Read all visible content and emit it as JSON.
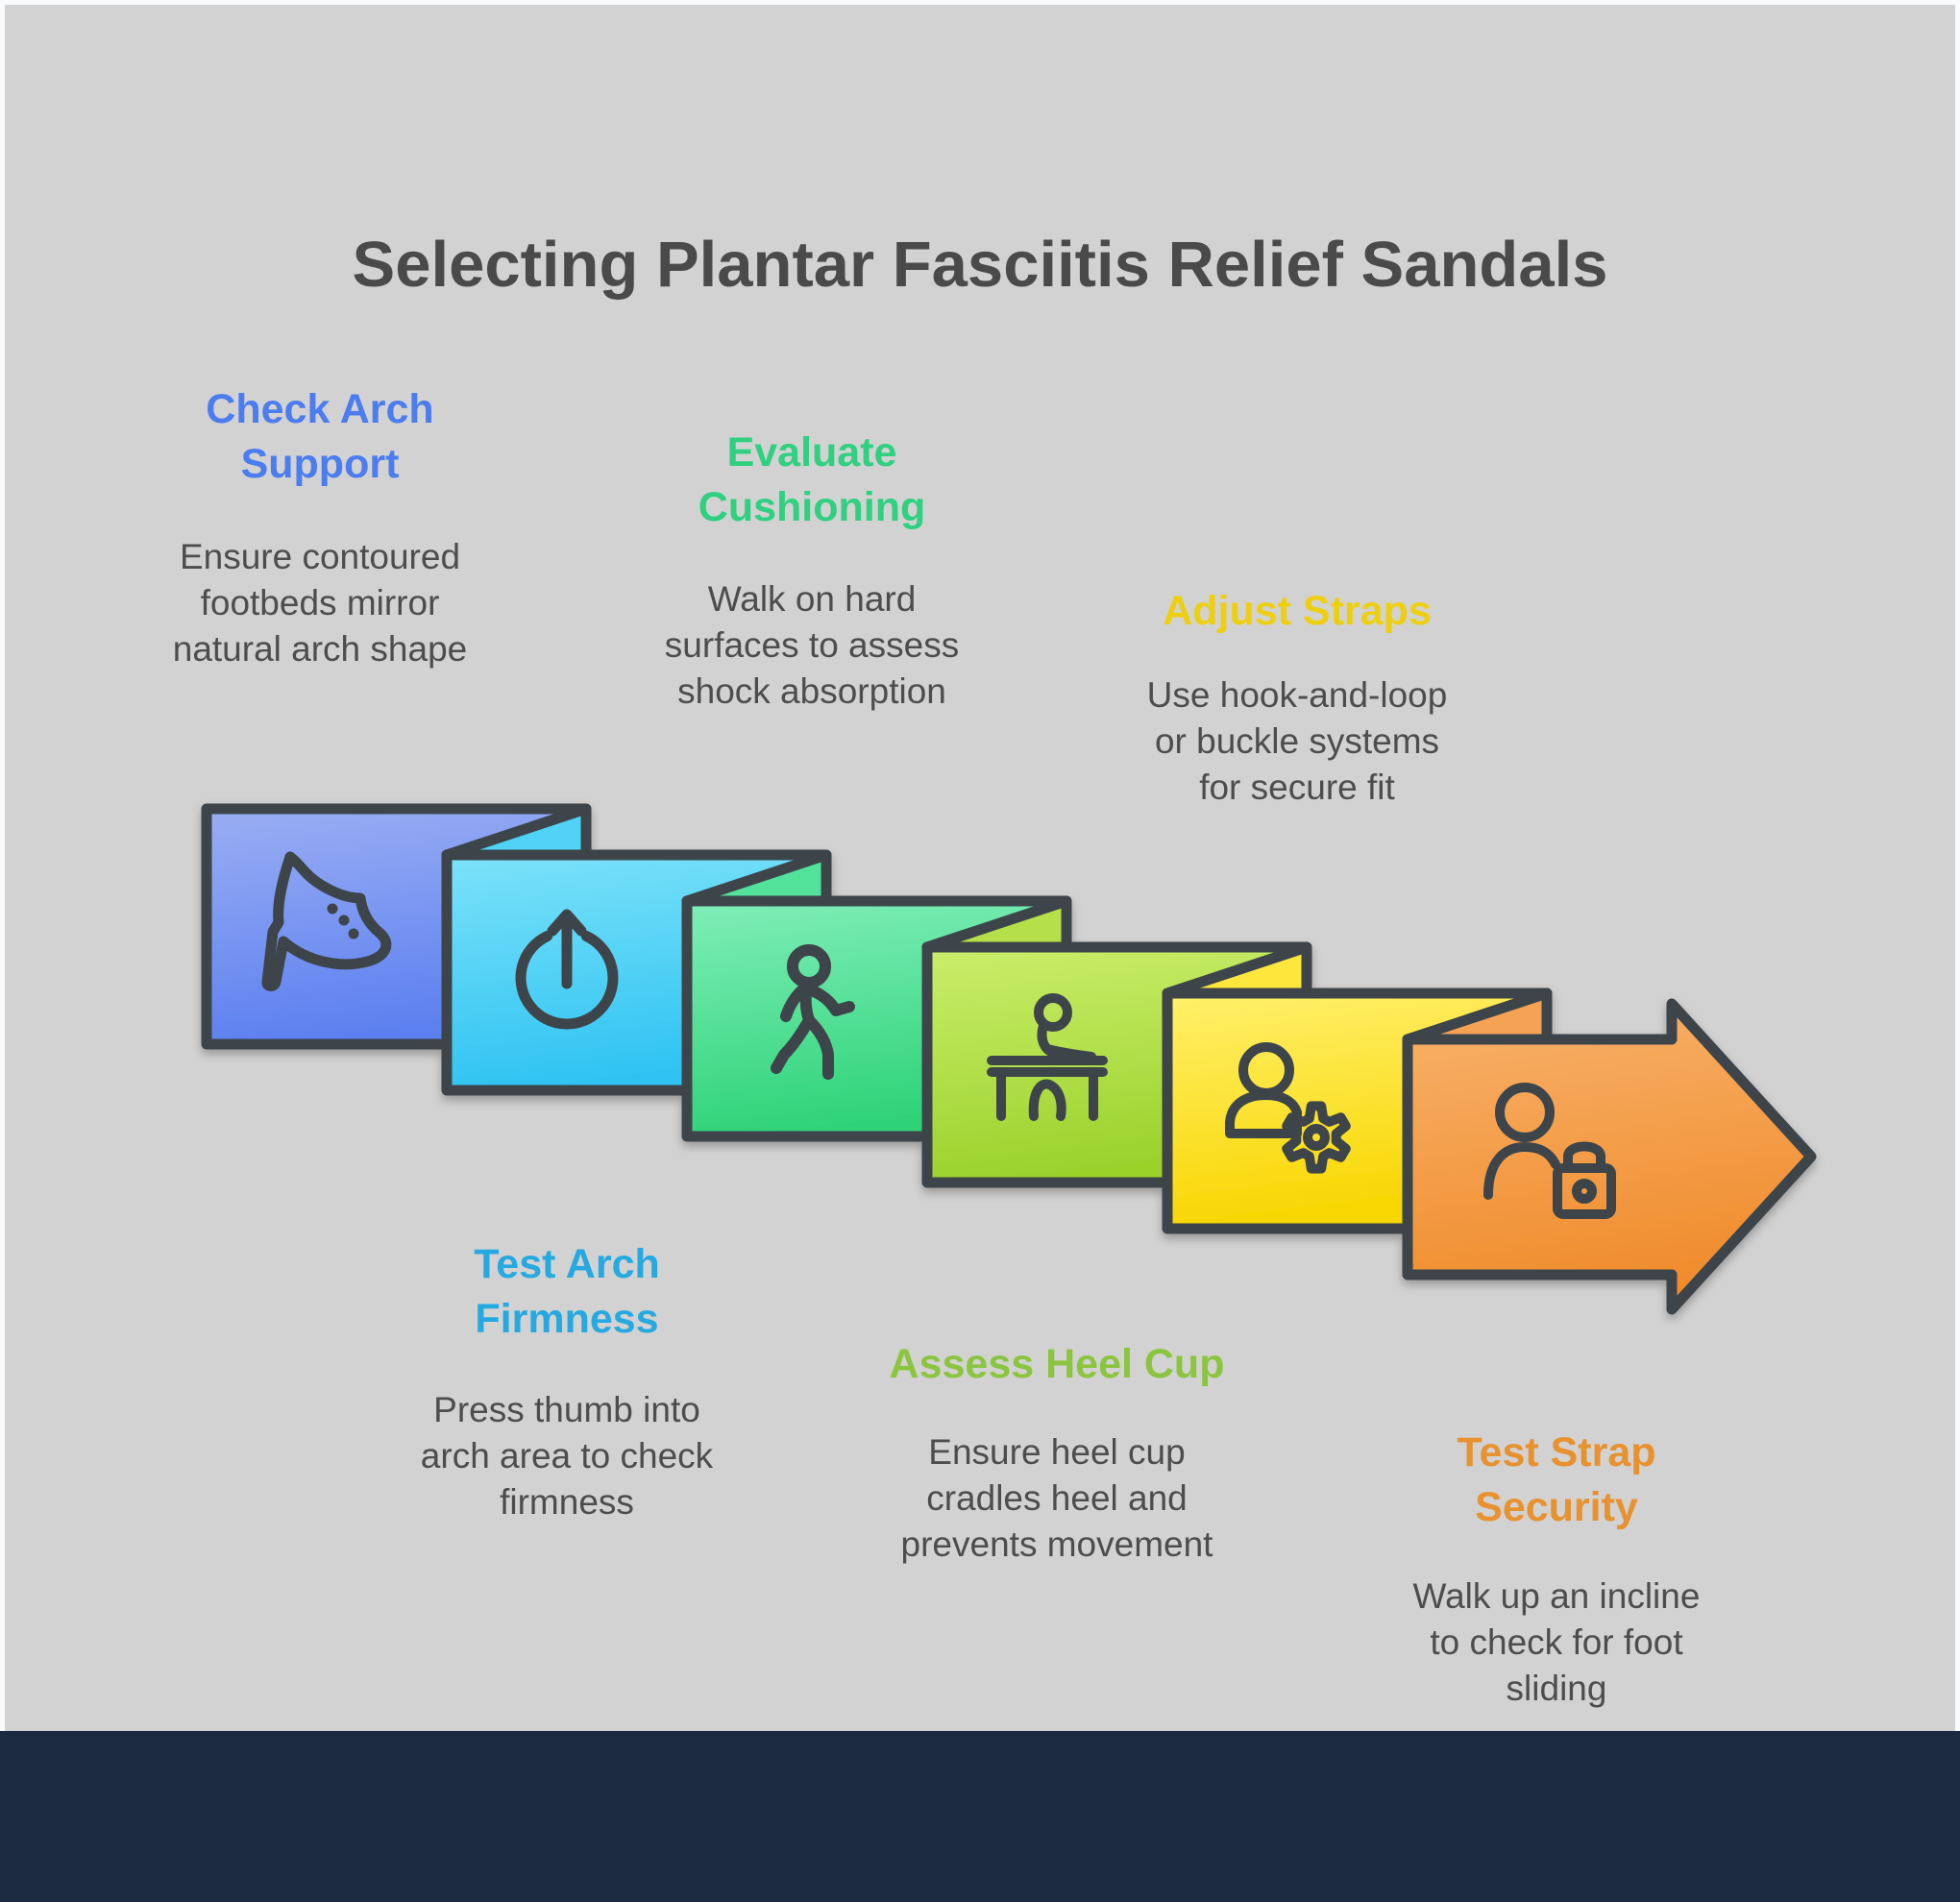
{
  "title": "Selecting Plantar Fasciitis Relief Sandals",
  "steps": [
    {
      "heading": "Check Arch\nSupport",
      "heading_color": "#4b7cf0",
      "body": "Ensure contoured\nfootbeds mirror\nnatural arch shape",
      "label_position": "top",
      "icon": "high-heel-shoe-icon",
      "panel_top_color": "#9aaef3",
      "panel_bottom_color": "#5c80f0",
      "fold_color": null
    },
    {
      "heading": "Test Arch\nFirmness",
      "heading_color": "#25a9e0",
      "body": "Press thumb into\narch area to check\nfirmness",
      "label_position": "bottom",
      "icon": "power-start-icon",
      "panel_top_color": "#7ce2f9",
      "panel_bottom_color": "#2fc3f2",
      "fold_color": "#4fd2f6"
    },
    {
      "heading": "Evaluate\nCushioning",
      "heading_color": "#2fd080",
      "body": "Walk on hard\nsurfaces to assess\nshock absorption",
      "label_position": "top",
      "icon": "walking-person-icon",
      "panel_top_color": "#80eeb9",
      "panel_bottom_color": "#2ed378",
      "fold_color": "#52e29a"
    },
    {
      "heading": "Assess Heel Cup",
      "heading_color": "#8bc53f",
      "body": "Ensure heel cup\ncradles heel and\nprevents movement",
      "label_position": "bottom",
      "icon": "person-at-desk-icon",
      "panel_top_color": "#cbee6b",
      "panel_bottom_color": "#9ad22c",
      "fold_color": "#b5e04a"
    },
    {
      "heading": "Adjust Straps",
      "heading_color": "#eecf10",
      "body": "Use hook-and-loop\nor buckle systems\nfor secure fit",
      "label_position": "top",
      "icon": "person-gear-icon",
      "panel_top_color": "#fff06b",
      "panel_bottom_color": "#f8d600",
      "fold_color": "#ffe63e"
    },
    {
      "heading": "Test Strap\nSecurity",
      "heading_color": "#e8912f",
      "body": "Walk up an incline\nto check for foot\nsliding",
      "label_position": "bottom",
      "icon": "person-lock-icon",
      "panel_top_color": "#f8b26b",
      "panel_bottom_color": "#f08c2c",
      "fold_color": "#f5a254"
    }
  ],
  "colors": {
    "page_background": "#f9fafb",
    "canvas_background": "#d2d2d2",
    "footer_bar": "#1b2a40",
    "outline": "#3e444b",
    "title_text": "#4a4a4a",
    "body_text": "#4d4d4d"
  }
}
